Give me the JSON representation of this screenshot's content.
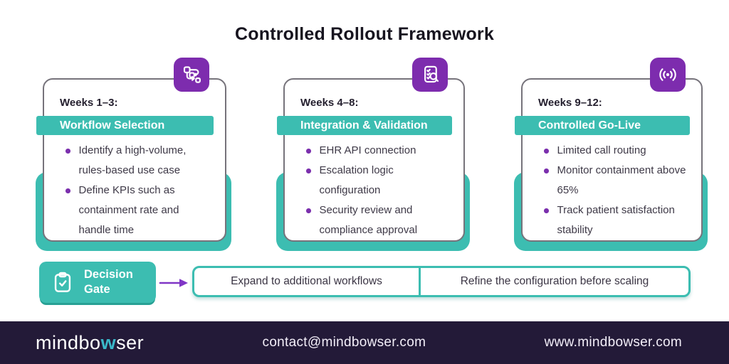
{
  "title": "Controlled Rollout Framework",
  "colors": {
    "teal": "#3cbdb1",
    "purple_badge": "#7d2cae",
    "purple_bullet": "#7b2fad",
    "purple_arrow": "#8036c6",
    "footer_bg": "#231a38",
    "card_border": "#76737b",
    "logo_accent": "#3ab8c9"
  },
  "cards": [
    {
      "icon": "workflow-icon",
      "week_label": "Weeks 1–3:",
      "phase": "Workflow Selection",
      "bullets": [
        "Identify a high-volume, rules-based use case",
        "Define KPIs such as containment rate and handle time"
      ]
    },
    {
      "icon": "checklist-search-icon",
      "week_label": "Weeks 4–8:",
      "phase": "Integration & Validation",
      "bullets": [
        "EHR API connection",
        "Escalation logic configuration",
        "Security review and compliance approval"
      ]
    },
    {
      "icon": "broadcast-icon",
      "week_label": "Weeks 9–12:",
      "phase": "Controlled Go-Live",
      "bullets": [
        "Limited call routing",
        "Monitor containment above 65%",
        "Track patient satisfaction stability"
      ]
    }
  ],
  "decision": {
    "gate_label": "Decision Gate",
    "outcomes": [
      "Expand to additional workflows",
      "Refine the configuration before scaling"
    ]
  },
  "footer": {
    "logo_prefix": "mindbo",
    "logo_accent": "w",
    "logo_suffix": "ser",
    "email": "contact@mindbowser.com",
    "website": "www.mindbowser.com"
  }
}
